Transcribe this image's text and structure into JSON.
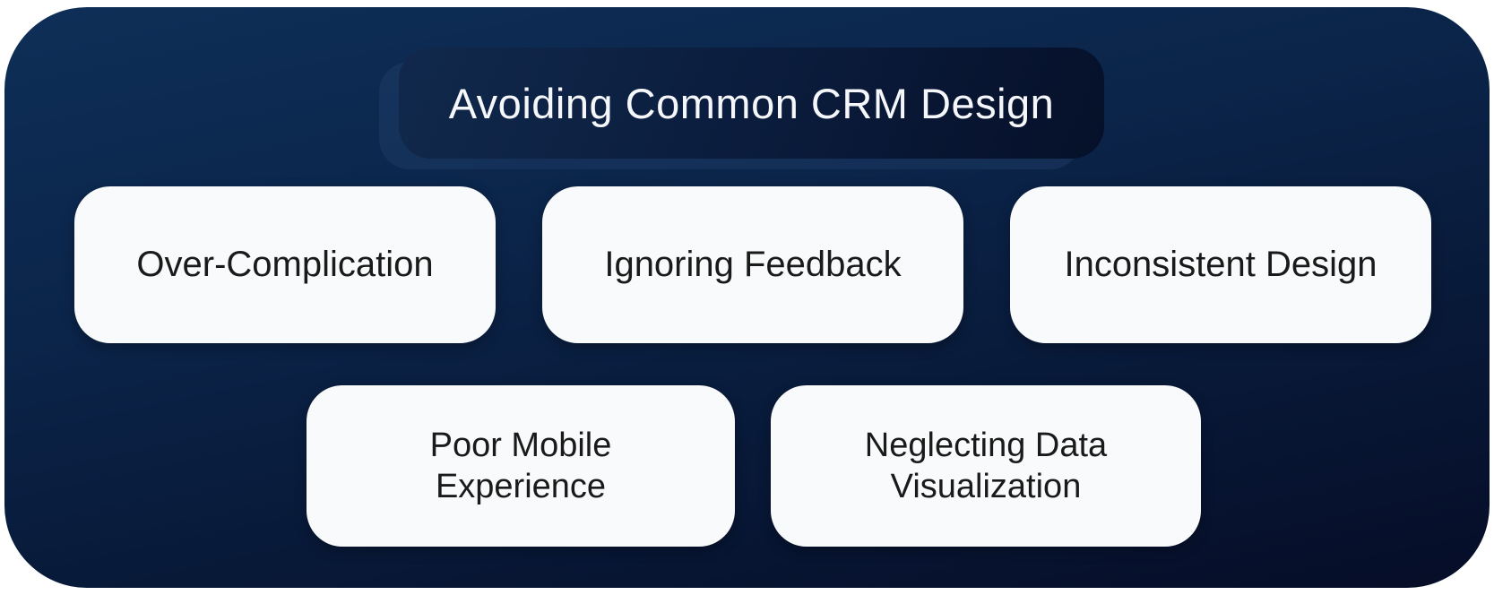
{
  "title": {
    "label": "Avoiding Common CRM Design"
  },
  "cards": [
    {
      "label": "Over-Complication"
    },
    {
      "label": "Ignoring Feedback"
    },
    {
      "label": "Inconsistent Design"
    },
    {
      "label": "Poor Mobile Experience"
    },
    {
      "label": "Neglecting Data Visualization"
    }
  ],
  "colors": {
    "panel_gradient_top": "#0e2f58",
    "panel_gradient_bottom": "#060d27",
    "title_box": "#0b1d3e",
    "title_text": "#f5f7fa",
    "card_background": "#f9fafb",
    "card_text": "#1a1a1a"
  }
}
